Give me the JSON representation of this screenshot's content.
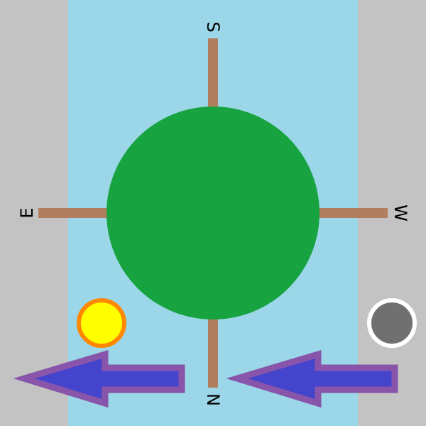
{
  "scene": {
    "background_color": "#c3c3c3",
    "river_color": "#9bd7e8",
    "island_color": "#17a340",
    "arm_color": "#b27e60",
    "compass": {
      "top": "S",
      "left": "E",
      "right": "W",
      "bottom": "N"
    },
    "sun": {
      "fill": "#ffff00",
      "stroke": "#ff8800"
    },
    "moon": {
      "fill": "#707070",
      "stroke": "#ffffff"
    },
    "arrows": [
      {
        "direction": "left",
        "fill": "#4444cc",
        "stroke": "#8855aa"
      },
      {
        "direction": "left",
        "fill": "#4444cc",
        "stroke": "#8855aa"
      }
    ]
  }
}
